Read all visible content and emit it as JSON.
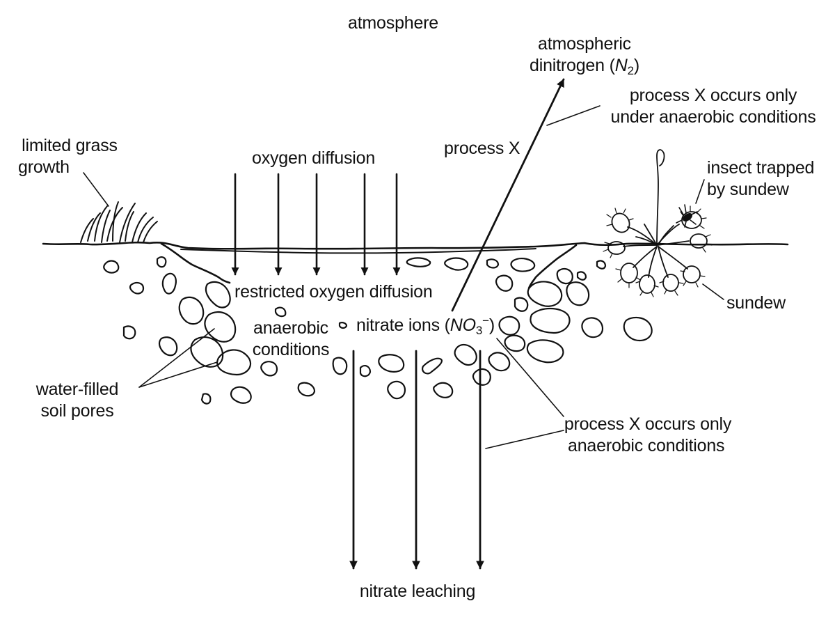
{
  "labels": {
    "atmosphere": "atmosphere",
    "dinitrogen_line1": "atmospheric",
    "dinitrogen_line2_pre": "dinitrogen (",
    "dinitrogen_N": "N",
    "dinitrogen_sub": "2",
    "dinitrogen_post": ")",
    "process_x_note_top_line1": "process X occurs only",
    "process_x_note_top_line2": "under anaerobic conditions",
    "process_x": "process X",
    "limited_grass_line1": "limited grass",
    "limited_grass_line2": "growth",
    "oxygen_diffusion": "oxygen diffusion",
    "insect_line1": "insect trapped",
    "insect_line2": "by sundew",
    "restricted_oxygen": "restricted oxygen diffusion",
    "sundew": "sundew",
    "anaerobic_line1": "anaerobic",
    "anaerobic_line2": "conditions",
    "nitrate_pre": "nitrate ions (",
    "nitrate_NO": "NO",
    "nitrate_sub": "3",
    "nitrate_sup": "−",
    "nitrate_post": ")",
    "water_pores_line1": "water-filled",
    "water_pores_line2": "soil pores",
    "process_x_note_bottom_line1": "process X occurs only",
    "process_x_note_bottom_line2": "anaerobic conditions",
    "nitrate_leaching": "nitrate leaching"
  },
  "colors": {
    "ink": "#111111",
    "background": "#ffffff"
  },
  "icons": {
    "grass": "grass-tuft-icon",
    "sundew": "sundew-plant-icon",
    "insect": "insect-icon"
  }
}
